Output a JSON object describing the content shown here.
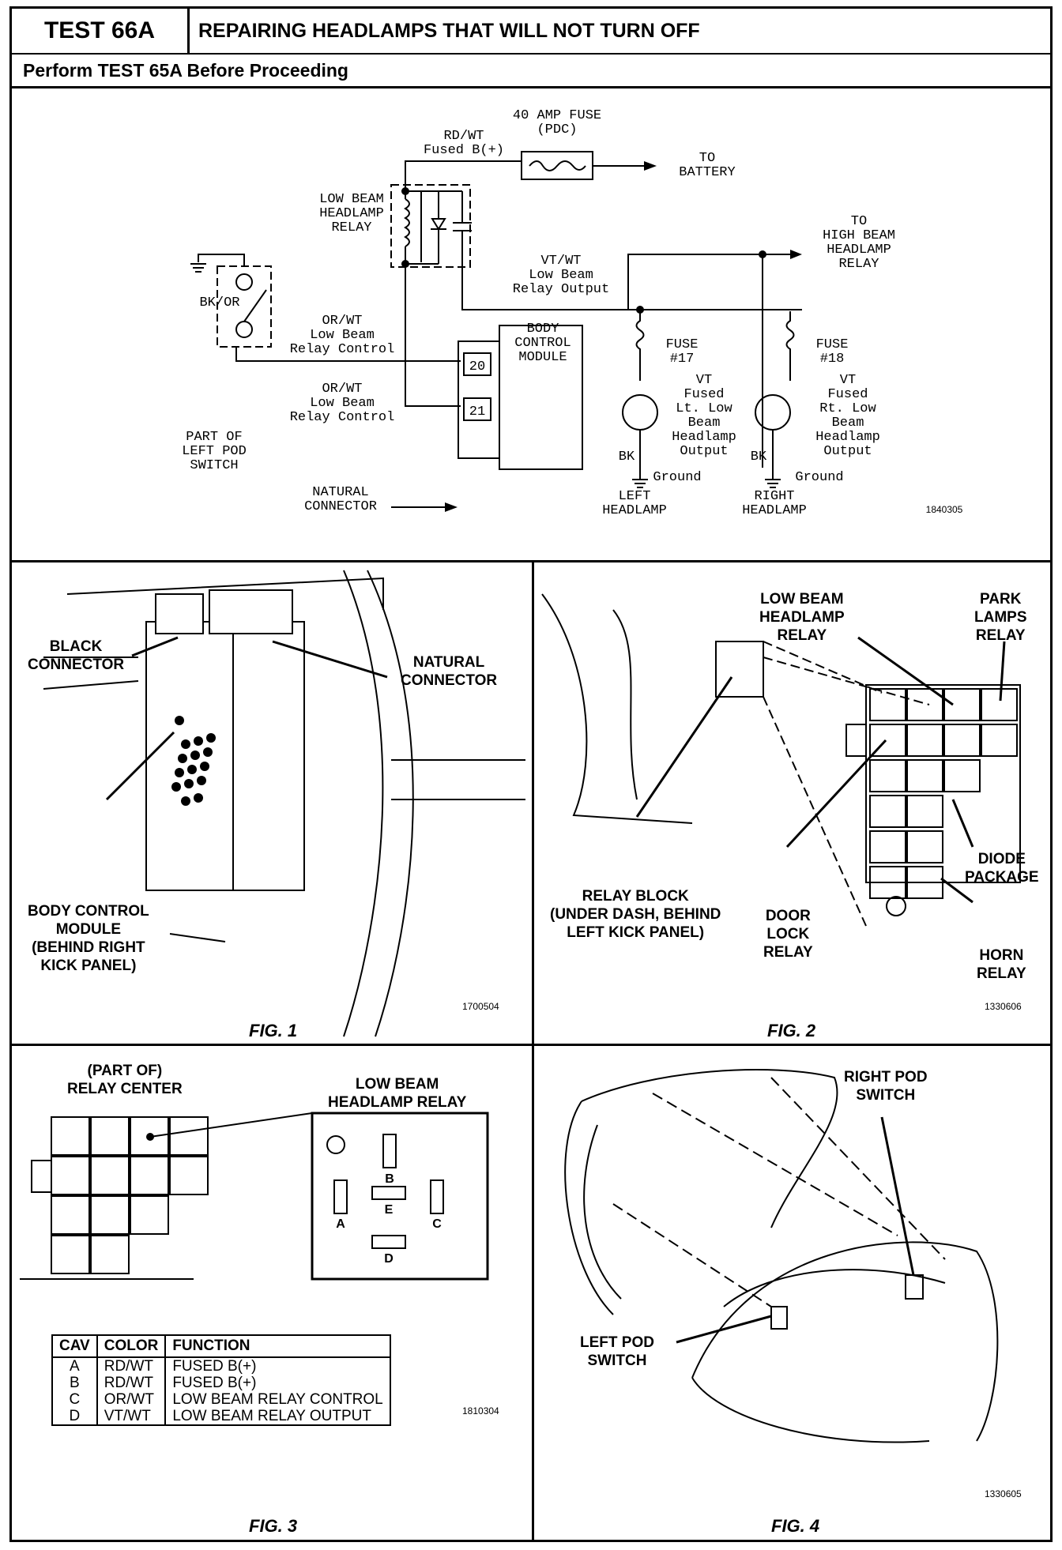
{
  "header": {
    "test_number": "TEST 66A",
    "title": "REPAIRING HEADLAMPS THAT WILL NOT TURN OFF",
    "subtitle": "Perform TEST 65A Before Proceeding"
  },
  "schematic": {
    "fuse_label": "40 AMP FUSE",
    "fuse_sub": "(PDC)",
    "rdwt": "RD/WT",
    "fused_b": "Fused B(+)",
    "to": "TO",
    "battery": "BATTERY",
    "relay_l1": "LOW BEAM",
    "relay_l2": "HEADLAMP",
    "relay_l3": "RELAY",
    "to2": "TO",
    "high_l1": "HIGH BEAM",
    "high_l2": "HEADLAMP",
    "high_l3": "RELAY",
    "vtwt": "VT/WT",
    "lbro_1": "Low Beam",
    "lbro_2": "Relay Output",
    "bkor": "BK/OR",
    "orwt1_a": "OR/WT",
    "orwt1_b": "Low Beam",
    "orwt1_c": "Relay Control",
    "orwt2_a": "OR/WT",
    "orwt2_b": "Low Beam",
    "orwt2_c": "Relay Control",
    "bcm_1": "BODY",
    "bcm_2": "CONTROL",
    "bcm_3": "MODULE",
    "pin20": "20",
    "pin21": "21",
    "pod_1": "PART OF",
    "pod_2": "LEFT POD",
    "pod_3": "SWITCH",
    "nat_1": "NATURAL",
    "nat_2": "CONNECTOR",
    "fuse17_a": "FUSE",
    "fuse17_b": "#17",
    "fuse18_a": "FUSE",
    "fuse18_b": "#18",
    "lt_1": "VT",
    "lt_2": "Fused",
    "lt_3": "Lt. Low",
    "lt_4": "Beam",
    "lt_5": "Headlamp",
    "lt_6": "Output",
    "rt_1": "VT",
    "rt_2": "Fused",
    "rt_3": "Rt. Low",
    "rt_4": "Beam",
    "rt_5": "Headlamp",
    "rt_6": "Output",
    "bk1": "BK",
    "bk2": "BK",
    "ground1": "Ground",
    "ground2": "Ground",
    "lefthl_1": "LEFT",
    "lefthl_2": "HEADLAMP",
    "righthl_1": "RIGHT",
    "righthl_2": "HEADLAMP",
    "code": "1840305"
  },
  "fig1": {
    "caption": "FIG. 1",
    "code": "1700504",
    "black_connector": "BLACK\nCONNECTOR",
    "natural_connector": "NATURAL\nCONNECTOR",
    "bcm": "BODY CONTROL\nMODULE\n(BEHIND RIGHT\nKICK PANEL)"
  },
  "fig2": {
    "caption": "FIG. 2",
    "code": "1330606",
    "low_beam": "LOW BEAM\nHEADLAMP\nRELAY",
    "park": "PARK\nLAMPS\nRELAY",
    "relay_block": "RELAY BLOCK\n(UNDER DASH, BEHIND\nLEFT KICK PANEL)",
    "door_lock": "DOOR\nLOCK\nRELAY",
    "diode": "DIODE\nPACKAGE",
    "horn": "HORN\nRELAY"
  },
  "fig3": {
    "caption": "FIG. 3",
    "code": "1810304",
    "relay_center": "(PART OF)\nRELAY CENTER",
    "lbhr": "LOW BEAM\nHEADLAMP RELAY",
    "pins": {
      "a": "A",
      "b": "B",
      "c": "C",
      "d": "D",
      "e": "E"
    },
    "table": {
      "headers": [
        "CAV",
        "COLOR",
        "FUNCTION"
      ],
      "rows": [
        [
          "A",
          "RD/WT",
          "FUSED B(+)"
        ],
        [
          "B",
          "RD/WT",
          "FUSED B(+)"
        ],
        [
          "C",
          "OR/WT",
          "LOW BEAM RELAY CONTROL"
        ],
        [
          "D",
          "VT/WT",
          "LOW BEAM RELAY OUTPUT"
        ]
      ]
    }
  },
  "fig4": {
    "caption": "FIG. 4",
    "code": "1330605",
    "right_pod": "RIGHT POD\nSWITCH",
    "left_pod": "LEFT POD\nSWITCH"
  }
}
